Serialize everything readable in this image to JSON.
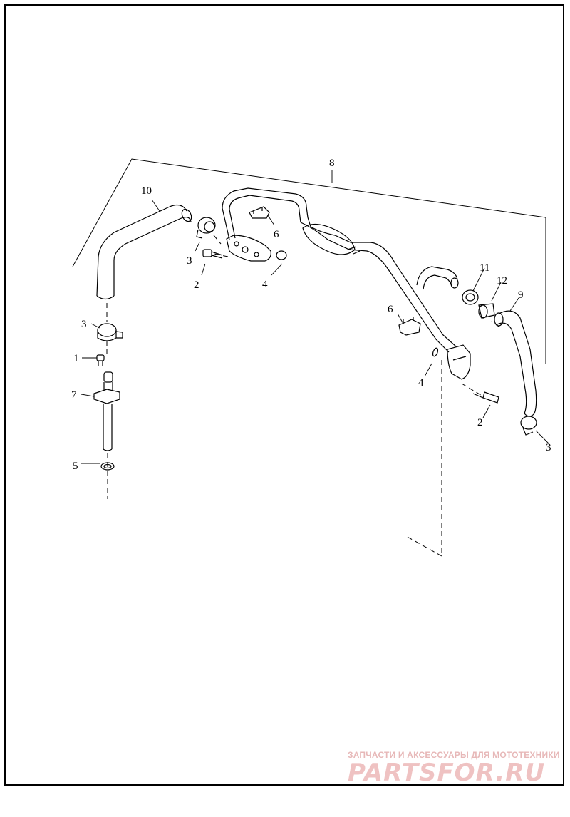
{
  "callouts": {
    "c1": "1",
    "c2a": "2",
    "c2b": "2",
    "c3a": "3",
    "c3b": "3",
    "c3c": "3",
    "c4a": "4",
    "c4b": "4",
    "c5": "5",
    "c6a": "6",
    "c6b": "6",
    "c7": "7",
    "c8": "8",
    "c9": "9",
    "c10": "10",
    "c11": "11",
    "c12": "12"
  },
  "watermark": {
    "line1": "ЗАПЧАСТИ И АКСЕССУАРЫ ДЛЯ МОТОТЕХНИКИ",
    "logo": "PARTSFOR.RU"
  },
  "colors": {
    "line": "#000000",
    "watermark": "#e7b8b8"
  }
}
